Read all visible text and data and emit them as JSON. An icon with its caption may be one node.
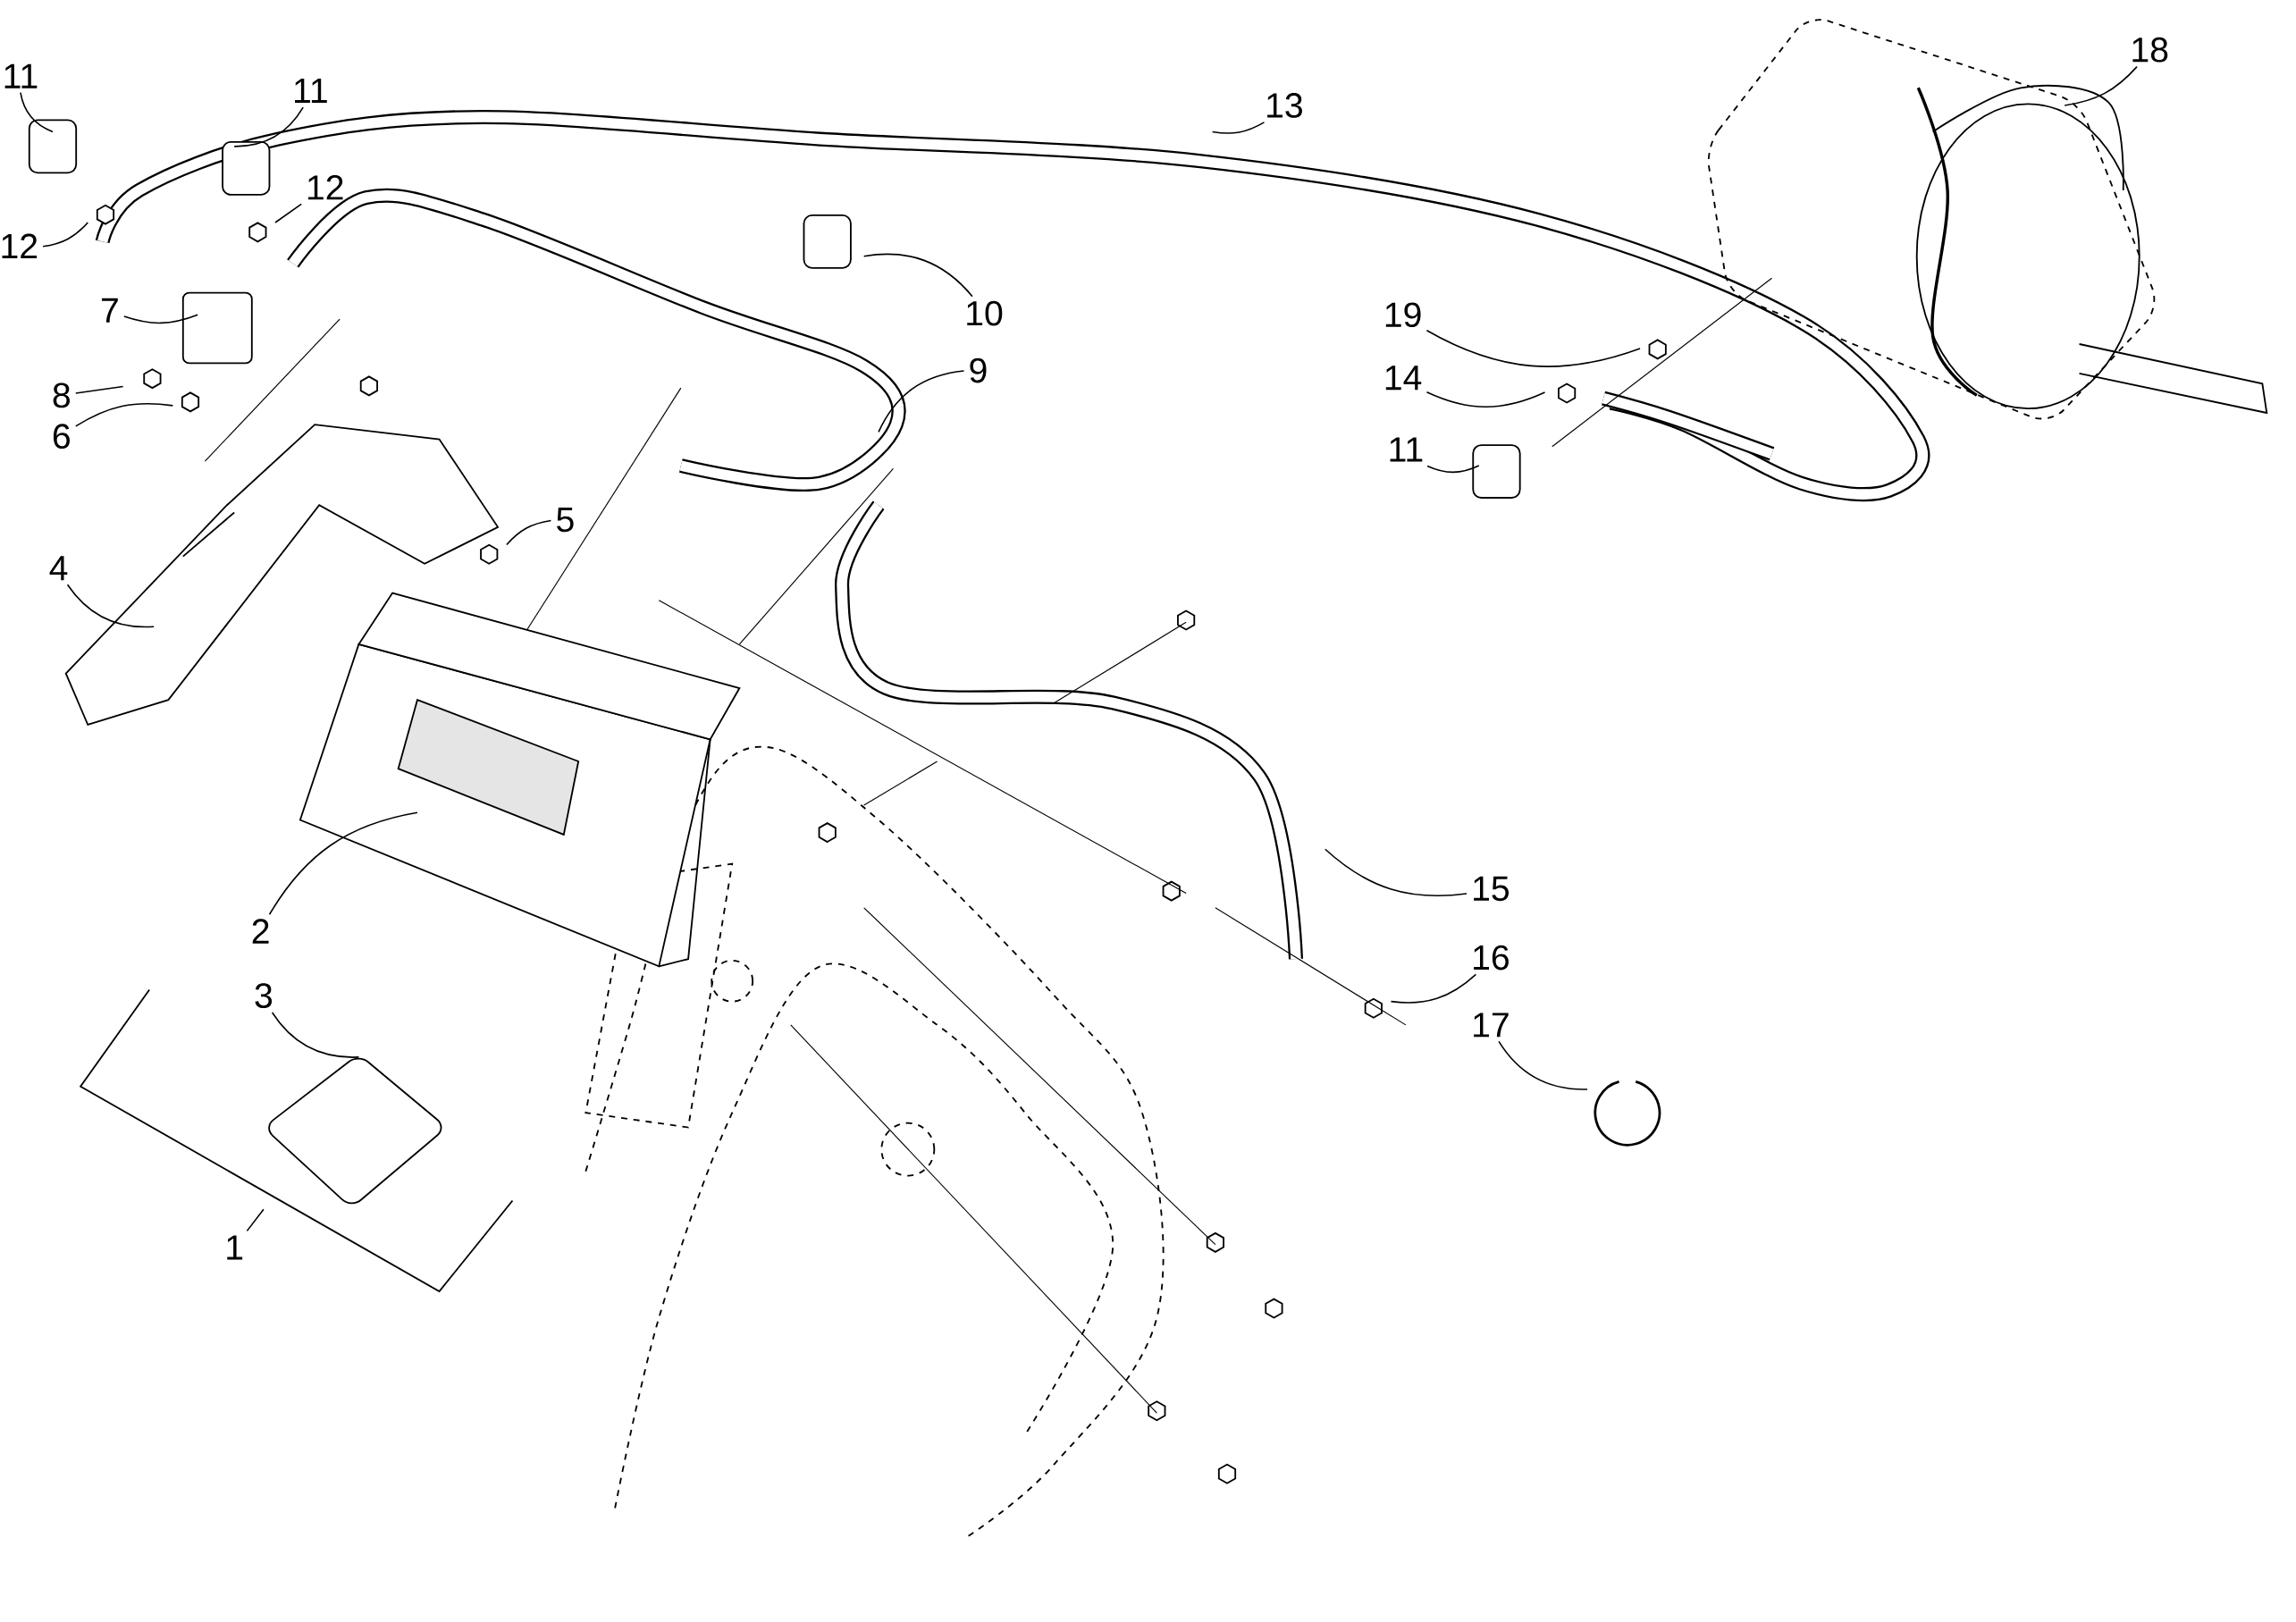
{
  "diagram": {
    "nodes": [
      {
        "text": [
          "18"
        ]
      },
      {
        "text": [
          "11"
        ]
      },
      {
        "text": [
          "11"
        ]
      },
      {
        "text": [
          "13"
        ]
      },
      {
        "text": [
          "12"
        ]
      },
      {
        "text": [
          "12"
        ]
      },
      {
        "text": [
          "7"
        ]
      },
      {
        "text": [
          "10"
        ]
      },
      {
        "text": [
          "19"
        ]
      },
      {
        "text": [
          "9"
        ]
      },
      {
        "text": [
          "14"
        ]
      },
      {
        "text": [
          "8"
        ]
      },
      {
        "text": [
          "6"
        ]
      },
      {
        "text": [
          "11"
        ]
      },
      {
        "text": [
          "5"
        ]
      },
      {
        "text": [
          "4"
        ]
      },
      {
        "text": [
          "15"
        ]
      },
      {
        "text": [
          "2"
        ]
      },
      {
        "text": [
          "16"
        ]
      },
      {
        "text": [
          "3"
        ]
      },
      {
        "text": [
          "17"
        ]
      },
      {
        "text": [
          "1"
        ]
      }
    ],
    "edges": [
      {
        "from": 0,
        "to": null,
        "arrow": "none"
      },
      {
        "from": 1,
        "to": null,
        "arrow": "none"
      },
      {
        "from": 2,
        "to": null,
        "arrow": "none"
      },
      {
        "from": 3,
        "to": null,
        "arrow": "none"
      },
      {
        "from": 4,
        "to": null,
        "arrow": "none"
      },
      {
        "from": 5,
        "to": null,
        "arrow": "none"
      },
      {
        "from": 6,
        "to": null,
        "arrow": "none"
      },
      {
        "from": 7,
        "to": null,
        "arrow": "none"
      },
      {
        "from": 8,
        "to": null,
        "arrow": "none"
      },
      {
        "from": 9,
        "to": null,
        "arrow": "none"
      },
      {
        "from": 10,
        "to": null,
        "arrow": "none"
      },
      {
        "from": 11,
        "to": null,
        "arrow": "none"
      },
      {
        "from": 12,
        "to": null,
        "arrow": "none"
      },
      {
        "from": 13,
        "to": null,
        "arrow": "none"
      },
      {
        "from": 14,
        "to": null,
        "arrow": "none"
      },
      {
        "from": 15,
        "to": null,
        "arrow": "none"
      },
      {
        "from": 16,
        "to": null,
        "arrow": "none"
      },
      {
        "from": 17,
        "to": null,
        "arrow": "none"
      },
      {
        "from": 18,
        "to": null,
        "arrow": "none"
      },
      {
        "from": 19,
        "to": null,
        "arrow": "none"
      },
      {
        "from": 20,
        "to": null,
        "arrow": "none"
      },
      {
        "from": 21,
        "to": null,
        "arrow": "none"
      }
    ]
  }
}
